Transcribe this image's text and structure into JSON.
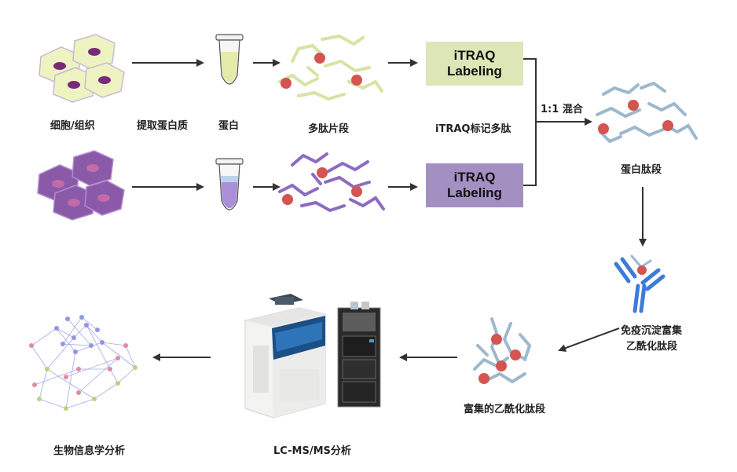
{
  "diagram": {
    "labels": {
      "cells": "细胞/组织",
      "extract": "提取蛋白质",
      "protein": "蛋白",
      "peptides": "多肽片段",
      "itraq_label": "iTRAQ标记多肽",
      "mix": "1:1 混合",
      "protein_peptides": "蛋白肽段",
      "immuno_line1": "免疫沉淀富集",
      "immuno_line2": "乙酰化肽段",
      "enriched": "富集的乙酰化肽段",
      "lcms": "LC-MS/MS分析",
      "bioinfo": "生物信息学分析"
    },
    "boxes": [
      {
        "line1": "iTRAQ",
        "line2": "Labeling",
        "color": "#dde6b7"
      },
      {
        "line1": "iTRAQ",
        "line2": "Labeling",
        "color": "#a48fc3"
      }
    ],
    "colors": {
      "cell_green": "#eef3c2",
      "cell_purple": "#8a5aa8",
      "nucleus": "#7a2a7a",
      "peptide_green": "#d6e3a4",
      "peptide_purple": "#8b6cc0",
      "peptide_blue": "#9cb8cc",
      "dot_red": "#d35450",
      "antibody_blue": "#3d7bd9",
      "arrow": "#333333"
    }
  }
}
